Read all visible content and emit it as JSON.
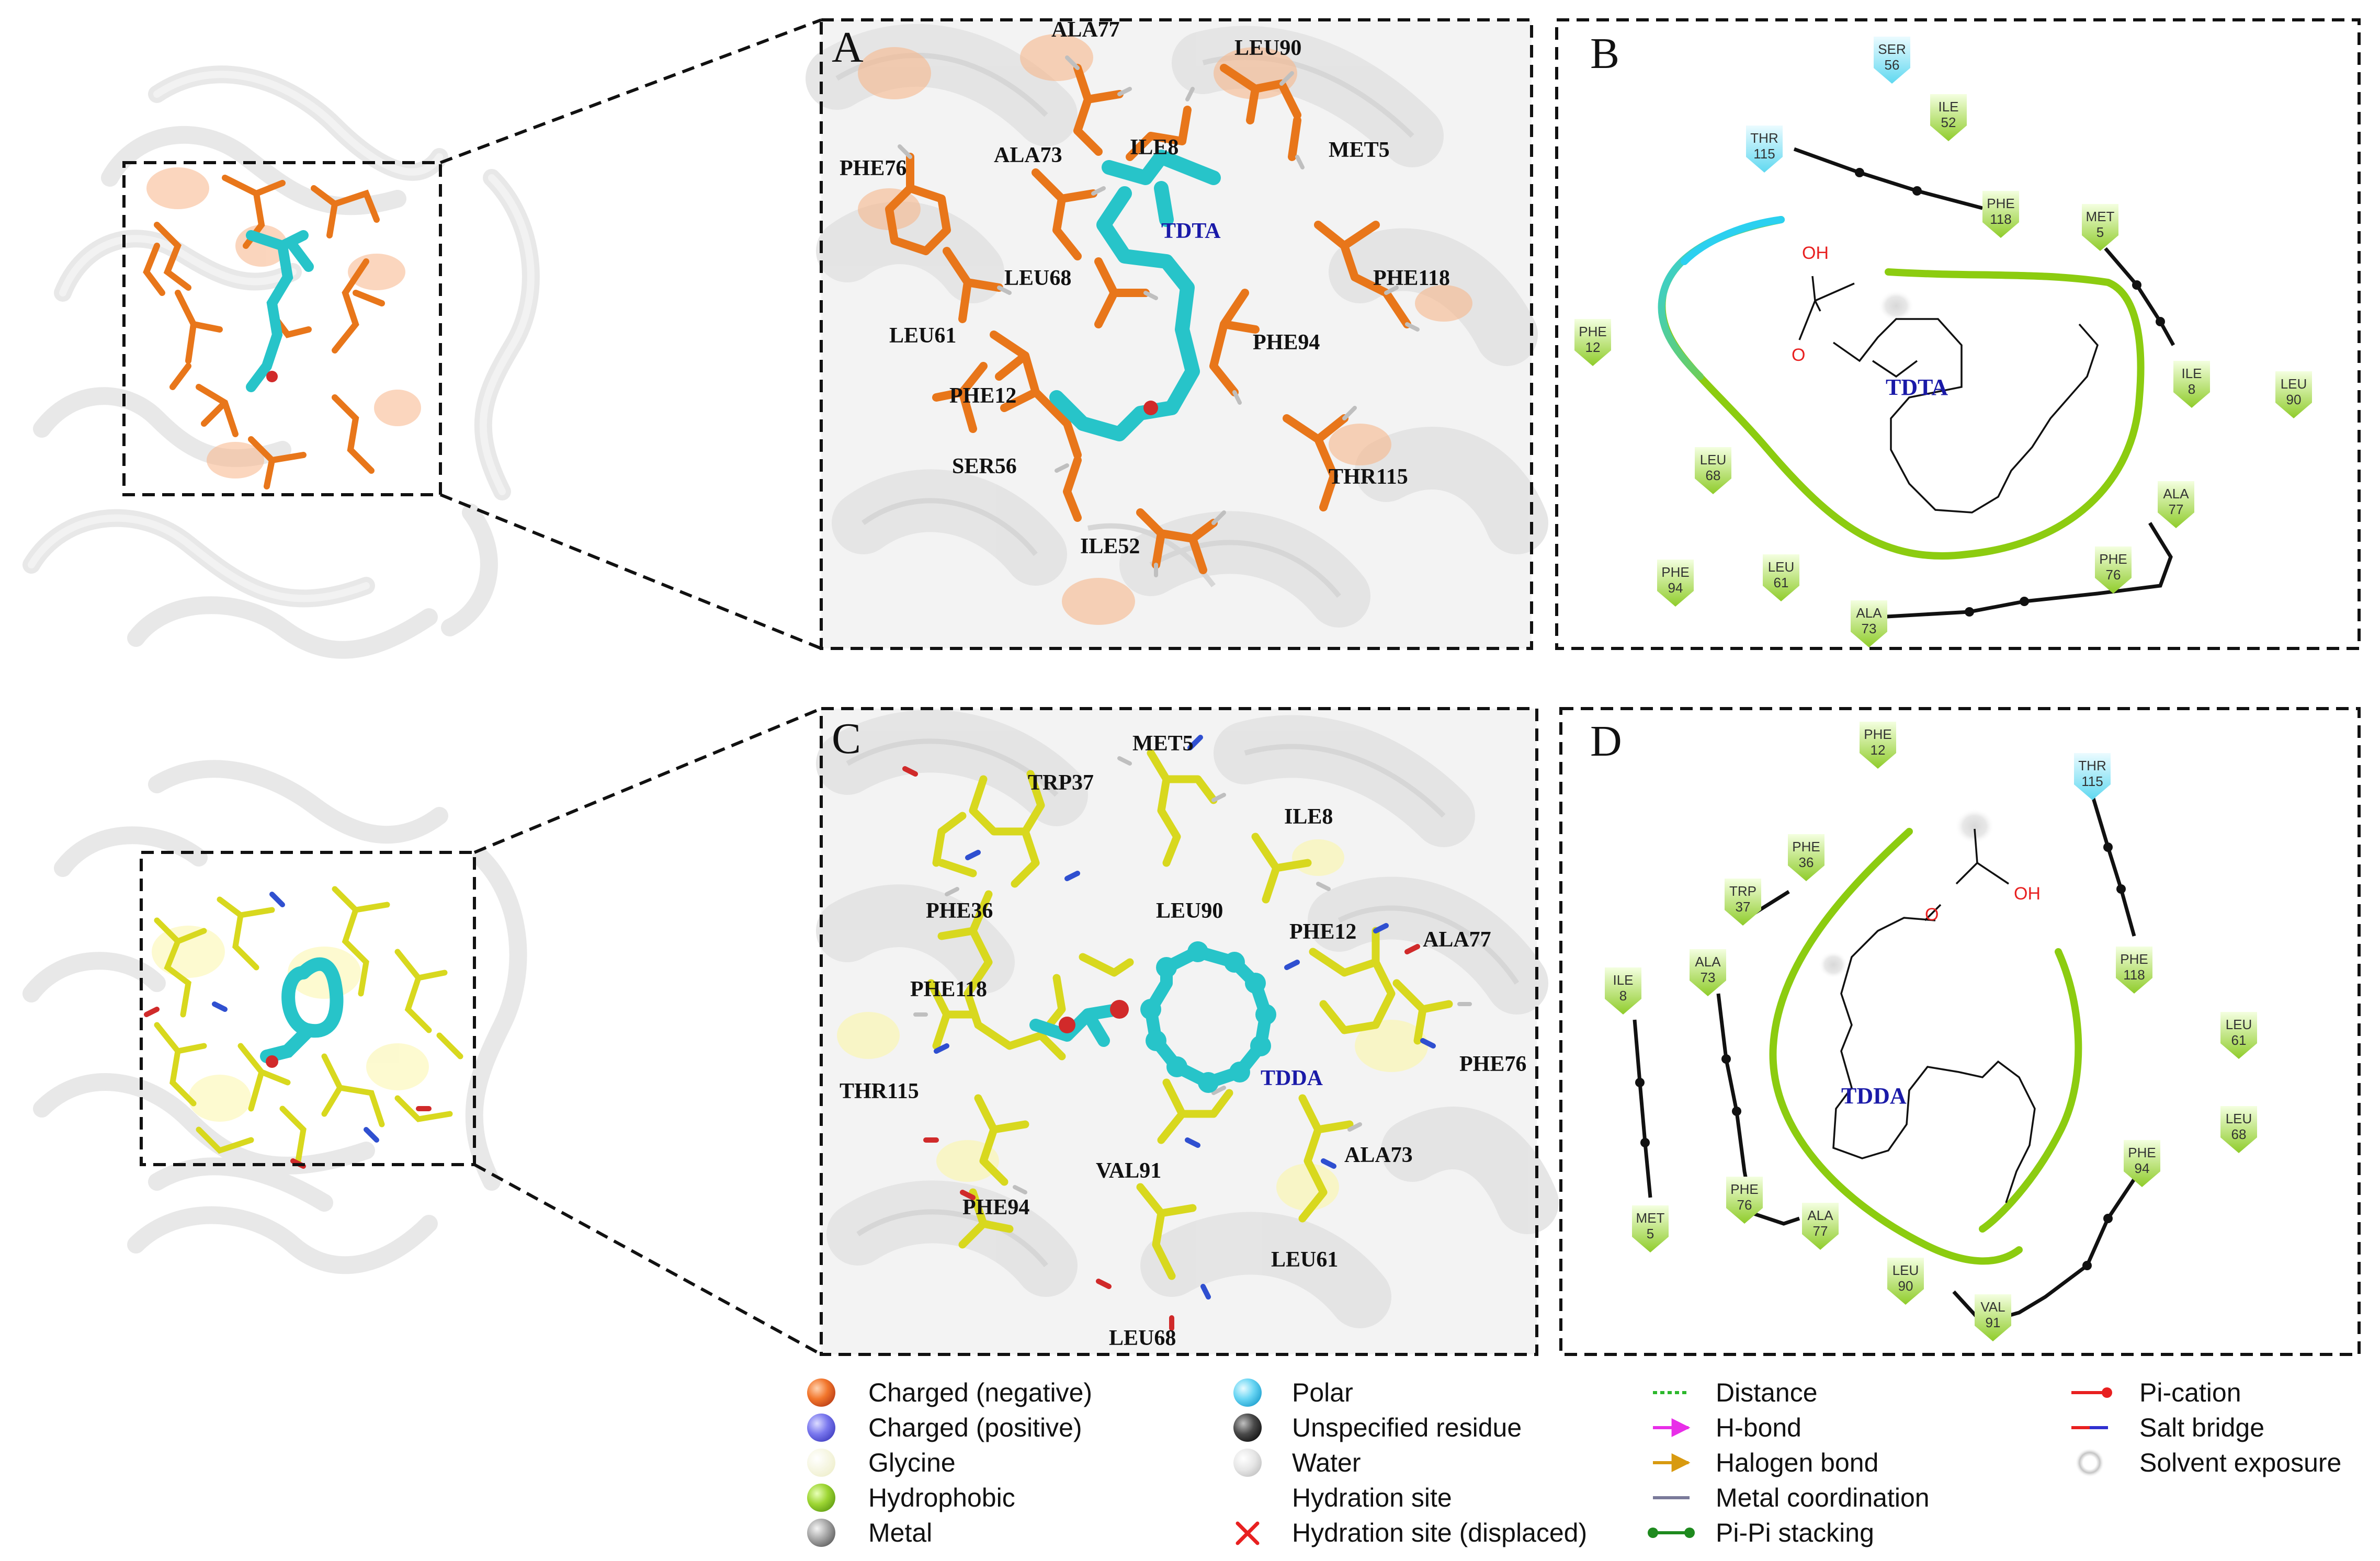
{
  "panels": {
    "A": {
      "letter": "A",
      "ligand": "TDTA",
      "residues": [
        "ALA77",
        "LEU90",
        "PHE76",
        "ALA73",
        "ILE8",
        "MET5",
        "TDTA",
        "LEU68",
        "PHE118",
        "LEU61",
        "PHE94",
        "PHE12",
        "SER56",
        "THR115",
        "ILE52"
      ]
    },
    "B": {
      "letter": "B",
      "ligand": "TDTA",
      "oh_label": "OH",
      "o_label": "O",
      "residues": [
        {
          "name": "SER",
          "num": "56",
          "kind": "polar"
        },
        {
          "name": "ILE",
          "num": "52",
          "kind": "hydrophobic"
        },
        {
          "name": "THR",
          "num": "115",
          "kind": "polar"
        },
        {
          "name": "PHE",
          "num": "118",
          "kind": "hydrophobic"
        },
        {
          "name": "MET",
          "num": "5",
          "kind": "hydrophobic"
        },
        {
          "name": "PHE",
          "num": "12",
          "kind": "hydrophobic"
        },
        {
          "name": "ILE",
          "num": "8",
          "kind": "hydrophobic"
        },
        {
          "name": "LEU",
          "num": "90",
          "kind": "hydrophobic"
        },
        {
          "name": "LEU",
          "num": "68",
          "kind": "hydrophobic"
        },
        {
          "name": "ALA",
          "num": "77",
          "kind": "hydrophobic"
        },
        {
          "name": "PHE",
          "num": "94",
          "kind": "hydrophobic"
        },
        {
          "name": "LEU",
          "num": "61",
          "kind": "hydrophobic"
        },
        {
          "name": "PHE",
          "num": "76",
          "kind": "hydrophobic"
        },
        {
          "name": "ALA",
          "num": "73",
          "kind": "hydrophobic"
        }
      ]
    },
    "C": {
      "letter": "C",
      "ligand": "TDDA",
      "residues": [
        "MET5",
        "TRP37",
        "ILE8",
        "PHE36",
        "LEU90",
        "PHE12",
        "ALA77",
        "PHE118",
        "PHE76",
        "TDDA",
        "THR115",
        "ALA73",
        "VAL91",
        "PHE94",
        "LEU61",
        "LEU68"
      ]
    },
    "D": {
      "letter": "D",
      "ligand": "TDDA",
      "oh_label": "OH",
      "o_label": "O",
      "residues": [
        {
          "name": "PHE",
          "num": "12",
          "kind": "hydrophobic"
        },
        {
          "name": "THR",
          "num": "115",
          "kind": "polar"
        },
        {
          "name": "PHE",
          "num": "36",
          "kind": "hydrophobic"
        },
        {
          "name": "TRP",
          "num": "37",
          "kind": "hydrophobic"
        },
        {
          "name": "ILE",
          "num": "8",
          "kind": "hydrophobic"
        },
        {
          "name": "ALA",
          "num": "73",
          "kind": "hydrophobic"
        },
        {
          "name": "PHE",
          "num": "118",
          "kind": "hydrophobic"
        },
        {
          "name": "LEU",
          "num": "61",
          "kind": "hydrophobic"
        },
        {
          "name": "LEU",
          "num": "68",
          "kind": "hydrophobic"
        },
        {
          "name": "PHE",
          "num": "94",
          "kind": "hydrophobic"
        },
        {
          "name": "PHE",
          "num": "76",
          "kind": "hydrophobic"
        },
        {
          "name": "ALA",
          "num": "77",
          "kind": "hydrophobic"
        },
        {
          "name": "MET",
          "num": "5",
          "kind": "hydrophobic"
        },
        {
          "name": "LEU",
          "num": "90",
          "kind": "hydrophobic"
        },
        {
          "name": "VAL",
          "num": "91",
          "kind": "hydrophobic"
        }
      ]
    }
  },
  "legend": {
    "col1": [
      "Charged (negative)",
      "Charged (positive)",
      "Glycine",
      "Hydrophobic",
      "Metal"
    ],
    "col2": [
      "Polar",
      "Unspecified residue",
      "Water",
      "Hydration site",
      "Hydration site (displaced)"
    ],
    "col3": [
      "Distance",
      "H-bond",
      "Halogen bond",
      "Metal coordination",
      "Pi-Pi stacking"
    ],
    "col4": [
      "Pi-cation",
      "Salt bridge",
      "Solvent exposure"
    ]
  },
  "colors": {
    "hydrophobic": "#8fcc2a",
    "polar": "#5fd8f0",
    "ligand_stick": "#27c4c9",
    "orange_residue": "#e8761a",
    "yellow_residue": "#d8d81e",
    "pocket_line": "#8ccc10",
    "ligand_text": "#1a1aa8",
    "cartoon": "#e4e4e4"
  }
}
